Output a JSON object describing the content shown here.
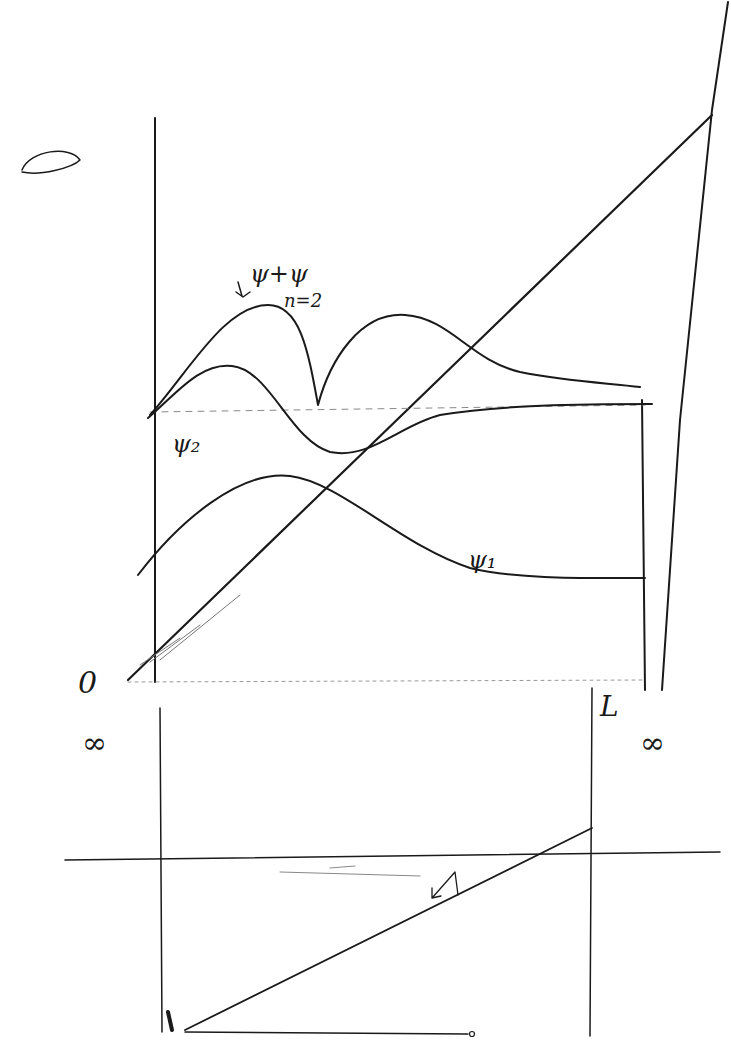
{
  "diagram": {
    "labels": [
      "ψ+ψ",
      "n=2",
      "ψ₂",
      "ψ₁",
      "0",
      "L",
      "∞",
      "∞"
    ]
  }
}
